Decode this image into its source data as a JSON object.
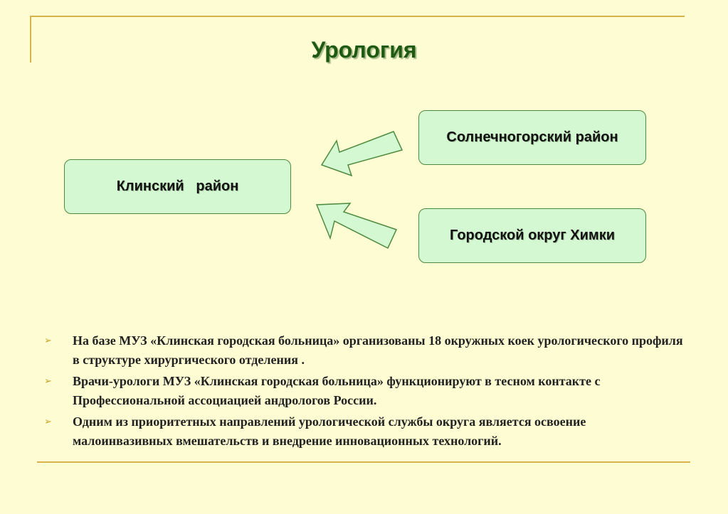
{
  "title": "Урология",
  "boxes": {
    "klin": "Клинский   район",
    "solnech": "Солнечногорский район",
    "khimki": "Городской округ Химки"
  },
  "bullets": [
    " На базе МУЗ «Клинская городская больница» организованы 18 окружных коек урологического профиля в структуре хирургического отделения .",
    " Врачи-урологи МУЗ «Клинская городская больница»  функционируют в тесном контакте с Профессиональной ассоциацией  андрологов России.",
    " Одним из приоритетных направлений урологической службы округа является освоение малоинвазивных вмешательств и внедрение инновационных  технологий."
  ],
  "bullet_marker": "➢",
  "colors": {
    "background": "#fdfcd2",
    "frame": "#d9b24a",
    "title": "#1f5a12",
    "box_fill": "#d4f9d2",
    "box_border": "#4e8a40"
  }
}
